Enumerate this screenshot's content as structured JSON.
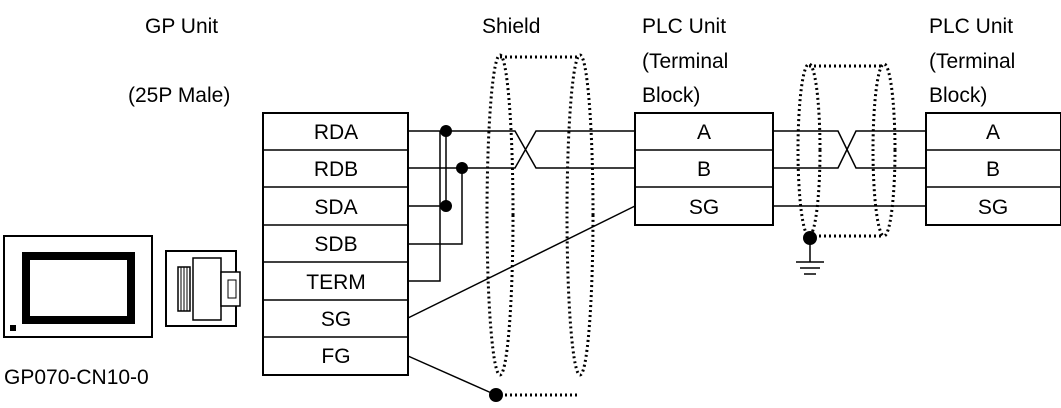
{
  "labels": {
    "gp_unit": "GP Unit",
    "gp_connector": "(25P Male)",
    "shield": "Shield",
    "plc1_line1": "PLC Unit",
    "plc1_line2": "(Terminal",
    "plc1_line3": "Block)",
    "plc2_line1": "PLC Unit",
    "plc2_line2": "(Terminal",
    "plc2_line3": "Block)",
    "gp_device": "GP070-CN10-0"
  },
  "gp_pins": [
    "RDA",
    "RDB",
    "SDA",
    "SDB",
    "TERM",
    "SG",
    "FG"
  ],
  "plc1_pins": [
    "A",
    "B",
    "SG"
  ],
  "plc2_pins": [
    "A",
    "B",
    "SG"
  ]
}
